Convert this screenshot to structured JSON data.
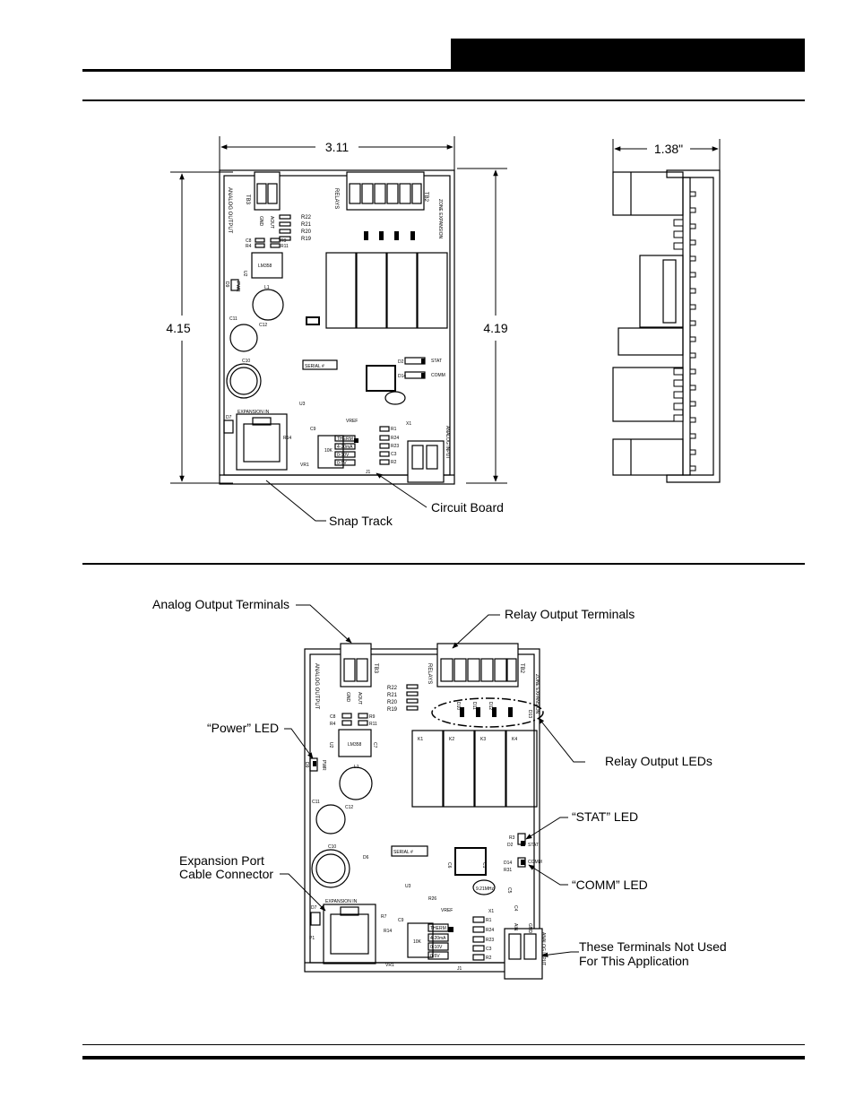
{
  "dimensions": {
    "width": "3.11",
    "height_left": "4.15",
    "height_right": "4.19",
    "depth": "1.38\""
  },
  "top_callouts": {
    "snap_track": "Snap Track",
    "circuit_board": "Circuit Board"
  },
  "bottom_callouts": {
    "analog_output_terminals": "Analog Output Terminals",
    "relay_output_terminals": "Relay Output Terminals",
    "power_led": "“Power” LED",
    "relay_output_leds": "Relay Output LEDs",
    "stat_led": "“STAT” LED",
    "expansion_port_line1": "Expansion Port",
    "expansion_port_line2": "Cable Connector",
    "comm_led": "“COMM” LED",
    "unused_terminals_line1": "These Terminals Not Used",
    "unused_terminals_line2": "For This Application"
  },
  "board_labels": {
    "tb3": "TB3",
    "tb2": "TB2",
    "analog_output": "ANALOG OUTPUT",
    "relays": "RELAYS",
    "zone_expansion": "ZONE EXPANSION",
    "gnd": "GND",
    "aout": "AOUT",
    "r22": "R22",
    "r21": "R21",
    "r20": "R20",
    "r19": "R19",
    "c8": "C8",
    "r4": "R4",
    "r9": "R9",
    "r11": "R11",
    "u2": "U2",
    "lm358": "LM358",
    "c7": "C7",
    "pwr": "PWR",
    "d9": "D9",
    "r15": "R15",
    "l1": "L1",
    "c11": "C11",
    "c12": "C12",
    "c10": "C10",
    "serial": "SERIAL #",
    "d6": "D6",
    "u4": "U4",
    "u3": "U3",
    "expansion_in": "EXPANSION IN",
    "d7": "D7",
    "p1": "P1",
    "vr1": "VR1",
    "r14": "R14",
    "c9": "C9",
    "r7": "R7",
    "r26": "R26",
    "vref": "VREF",
    "ten_k": "10K",
    "therm": "THERM",
    "ma": "4-20mA",
    "v010": "0-10V",
    "v05": "0-5V",
    "r1": "R1",
    "r24": "R24",
    "r23": "R23",
    "c3": "C3",
    "r2": "R2",
    "j1": "J1",
    "x1": "X1",
    "mhz": "9.21MHz",
    "d2": "D2",
    "stat": "STAT",
    "r3": "R3",
    "d14": "D14",
    "comm": "COMM",
    "r31": "R31",
    "c5": "C5",
    "c4": "C4",
    "c1": "C1",
    "c6": "C6",
    "analog_input": "ANALOG INPUT",
    "ain": "AIN",
    "k1": "K1",
    "k2": "K2",
    "k3": "K3",
    "k4": "K4",
    "d10": "D10",
    "d11": "D11",
    "d12": "D12",
    "d13": "D13"
  }
}
